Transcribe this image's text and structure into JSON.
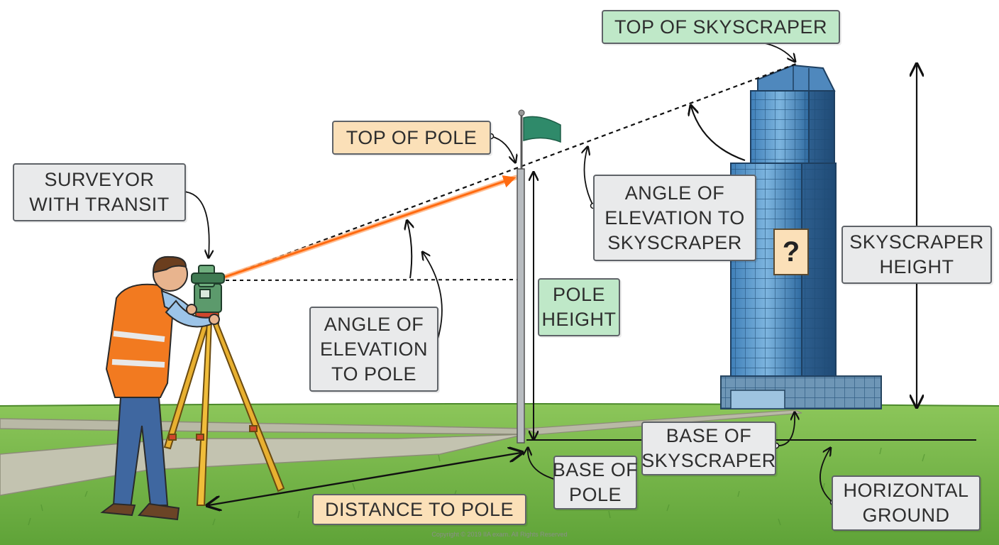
{
  "labels": {
    "top_of_skyscraper": "TOP OF SKYSCRAPER",
    "top_of_pole": "TOP OF POLE",
    "surveyor": [
      "SURVEYOR",
      "WITH TRANSIT"
    ],
    "angle_elev_skyscraper": [
      "ANGLE OF",
      "ELEVATION TO",
      "SKYSCRAPER"
    ],
    "question_mark": "?",
    "skyscraper_height": [
      "SKYSCRAPER",
      "HEIGHT"
    ],
    "pole_height": [
      "POLE",
      "HEIGHT"
    ],
    "angle_elev_pole": [
      "ANGLE OF",
      "ELEVATION",
      "TO POLE"
    ],
    "base_of_skyscraper": [
      "BASE OF",
      "SKYSCRAPER"
    ],
    "base_of_pole": [
      "BASE OF",
      "POLE"
    ],
    "horizontal_ground": [
      "HORIZONTAL",
      "GROUND"
    ],
    "distance_to_pole": "DISTANCE TO POLE"
  },
  "copyright": "Copyright © 2019 IIA exam. All Rights Reserved",
  "colors": {
    "label_gray": "#e9eaeb",
    "label_peach": "#fbe0b8",
    "label_mint": "#bfe8c8",
    "grass": "#7cbb4a",
    "sight_line": "#ff7a1a",
    "flag": "#2f8a6a",
    "building_glass": "#5f9fd0"
  }
}
